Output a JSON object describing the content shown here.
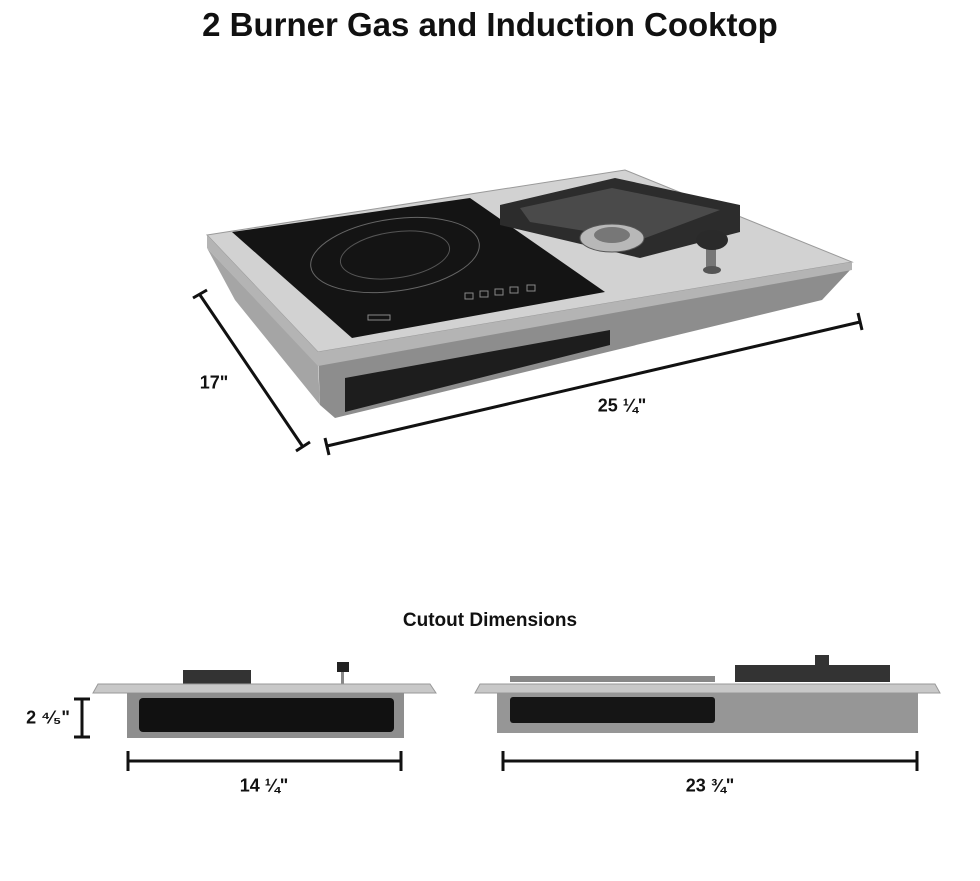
{
  "title": "2 Burner Gas and Induction Cooktop",
  "cutout_heading": "Cutout Dimensions",
  "dimensions": {
    "depth": "17\"",
    "width": "25 ¼\"",
    "cutout_height": "2 ⁴⁄₅\"",
    "cutout_depth": "14 ¼\"",
    "cutout_width": "23 ¾\""
  },
  "colors": {
    "steel": "#c9c9c9",
    "glass": "#141414",
    "grate": "#3a3a3a",
    "line": "#111111"
  }
}
